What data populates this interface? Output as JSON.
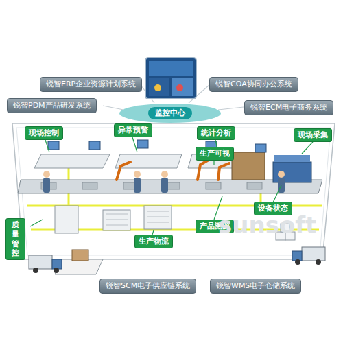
{
  "diagram": {
    "nodes": [
      {
        "text": [
          "锐智ERP企业资源计划系统"
        ]
      },
      {
        "text": [
          "锐智COA协同办公系统"
        ]
      },
      {
        "text": [
          "锐智PDM产品研发系统"
        ]
      },
      {
        "text": [
          "锐智ECM电子商务系统"
        ]
      },
      {
        "text": [
          "监控中心"
        ]
      },
      {
        "text": [
          "现场控制"
        ]
      },
      {
        "text": [
          "异常预警"
        ]
      },
      {
        "text": [
          "统计分析"
        ]
      },
      {
        "text": [
          "现场采集"
        ]
      },
      {
        "text": [
          "生产可视"
        ]
      },
      {
        "text": [
          "设备状态"
        ]
      },
      {
        "text": [
          "产品溯源"
        ]
      },
      {
        "text": [
          "质量管控"
        ]
      },
      {
        "text": [
          "生产物流"
        ]
      },
      {
        "text": [
          "锐智SCM电子供应链系统"
        ]
      },
      {
        "text": [
          "锐智WMS电子仓储系统"
        ]
      }
    ],
    "labels": [
      "sunsoft"
    ]
  }
}
